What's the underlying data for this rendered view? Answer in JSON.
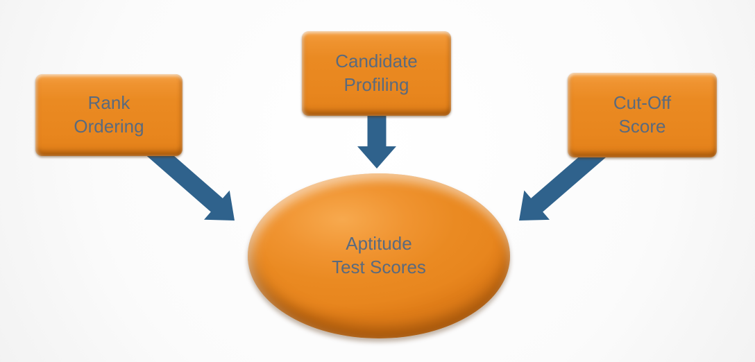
{
  "diagram": {
    "type": "hub-and-spoke",
    "center": {
      "id": "aptitude-test-scores",
      "label": "Aptitude\nTest Scores",
      "shape": "ellipse"
    },
    "nodes": [
      {
        "id": "rank-ordering",
        "label": "Rank\nOrdering",
        "shape": "rounded-rect"
      },
      {
        "id": "candidate-profiling",
        "label": "Candidate\nProfiling",
        "shape": "rounded-rect"
      },
      {
        "id": "cut-off-score",
        "label": "Cut-Off\nScore",
        "shape": "rounded-rect"
      }
    ],
    "edges": [
      {
        "from": "rank-ordering",
        "to": "aptitude-test-scores",
        "style": "block-arrow"
      },
      {
        "from": "candidate-profiling",
        "to": "aptitude-test-scores",
        "style": "block-arrow"
      },
      {
        "from": "cut-off-score",
        "to": "aptitude-test-scores",
        "style": "block-arrow"
      }
    ],
    "colors": {
      "node_fill": "#E8861E",
      "node_fill_highlight": "#F5A143",
      "node_fill_shadow": "#C06E12",
      "arrow": "#2F628C",
      "text": "#5A6A7E",
      "background_center": "#FFFFFF",
      "background_edge": "#E9E9E9"
    }
  }
}
